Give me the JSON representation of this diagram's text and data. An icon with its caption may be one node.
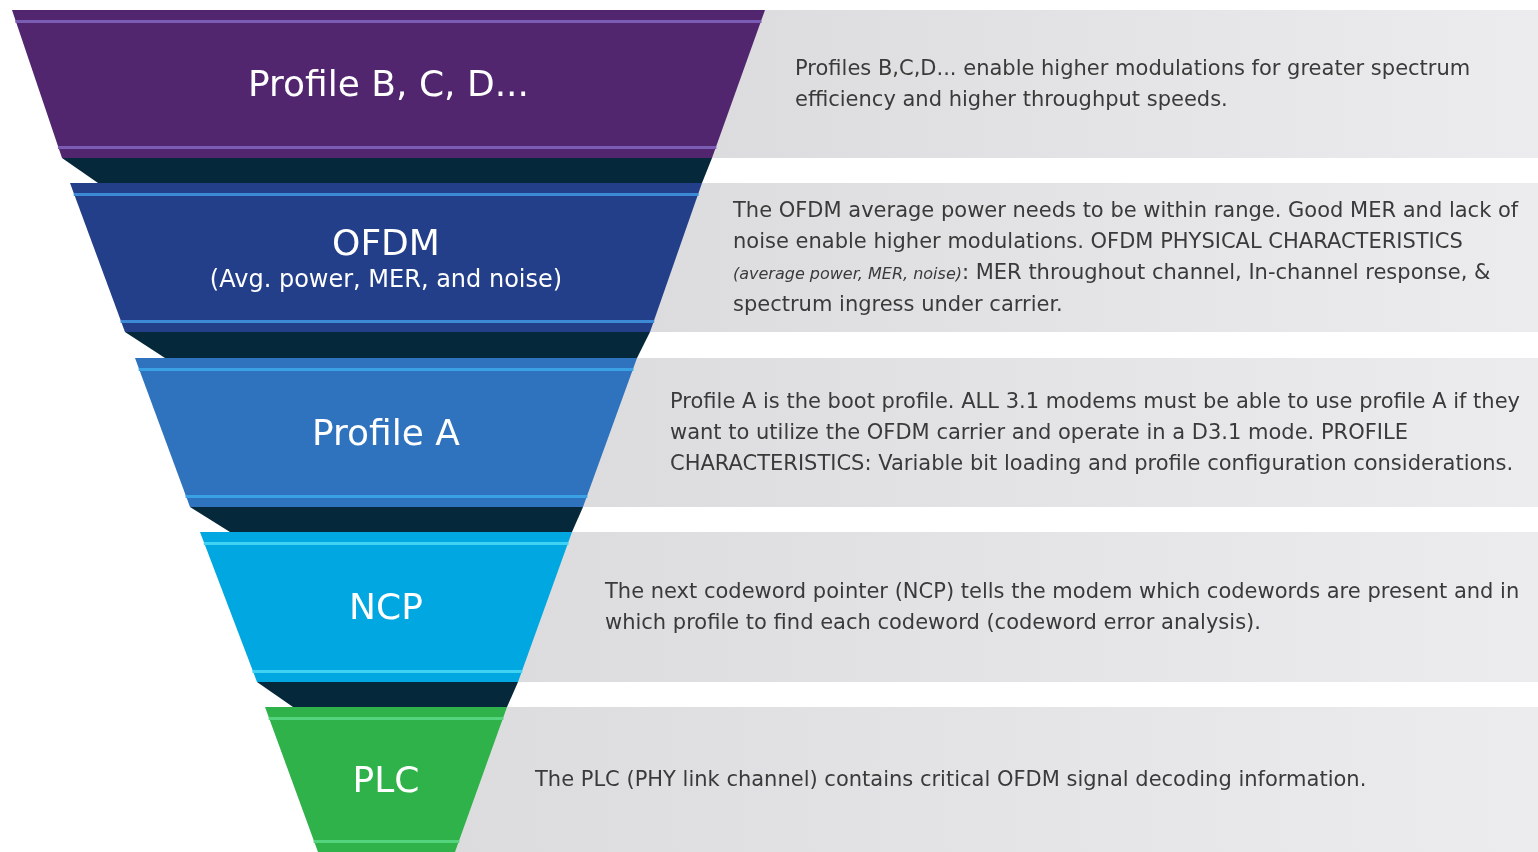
{
  "diagram": {
    "nodes": [
      {
        "text": [
          "Profile B, C, D..."
        ]
      },
      {
        "text": [
          "Profiles B,C,D... enable higher modulations for greater spectrum efficiency and higher throughput speeds."
        ]
      },
      {
        "text": [
          "OFDM",
          "(Avg. power, MER, and noise)"
        ]
      },
      {
        "text": [
          "The OFDM average power needs to be within range. Good MER and lack of noise enable higher modulations. OFDM PHYSICAL CHARACTERISTICS *(average power, MER, noise)*: MER throughout channel, In-channel response, & spectrum ingress under carrier."
        ]
      },
      {
        "text": [
          "Profile A"
        ]
      },
      {
        "text": [
          "Profile A is the boot profile. ALL 3.1 modems must be able to use profile A if they want to utilize the OFDM carrier and operate in a D3.1 mode. PROFILE CHARACTERISTICS: Variable bit loading and profile configuration considerations."
        ]
      },
      {
        "text": [
          "NCP"
        ]
      },
      {
        "text": [
          "The next codeword pointer (NCP) tells the modem which codewords are present and in which profile to find each codeword (codeword error analysis)."
        ]
      },
      {
        "text": [
          "PLC"
        ]
      },
      {
        "text": [
          "The PLC (PHY link channel) contains critical OFDM signal decoding information."
        ]
      }
    ]
  }
}
